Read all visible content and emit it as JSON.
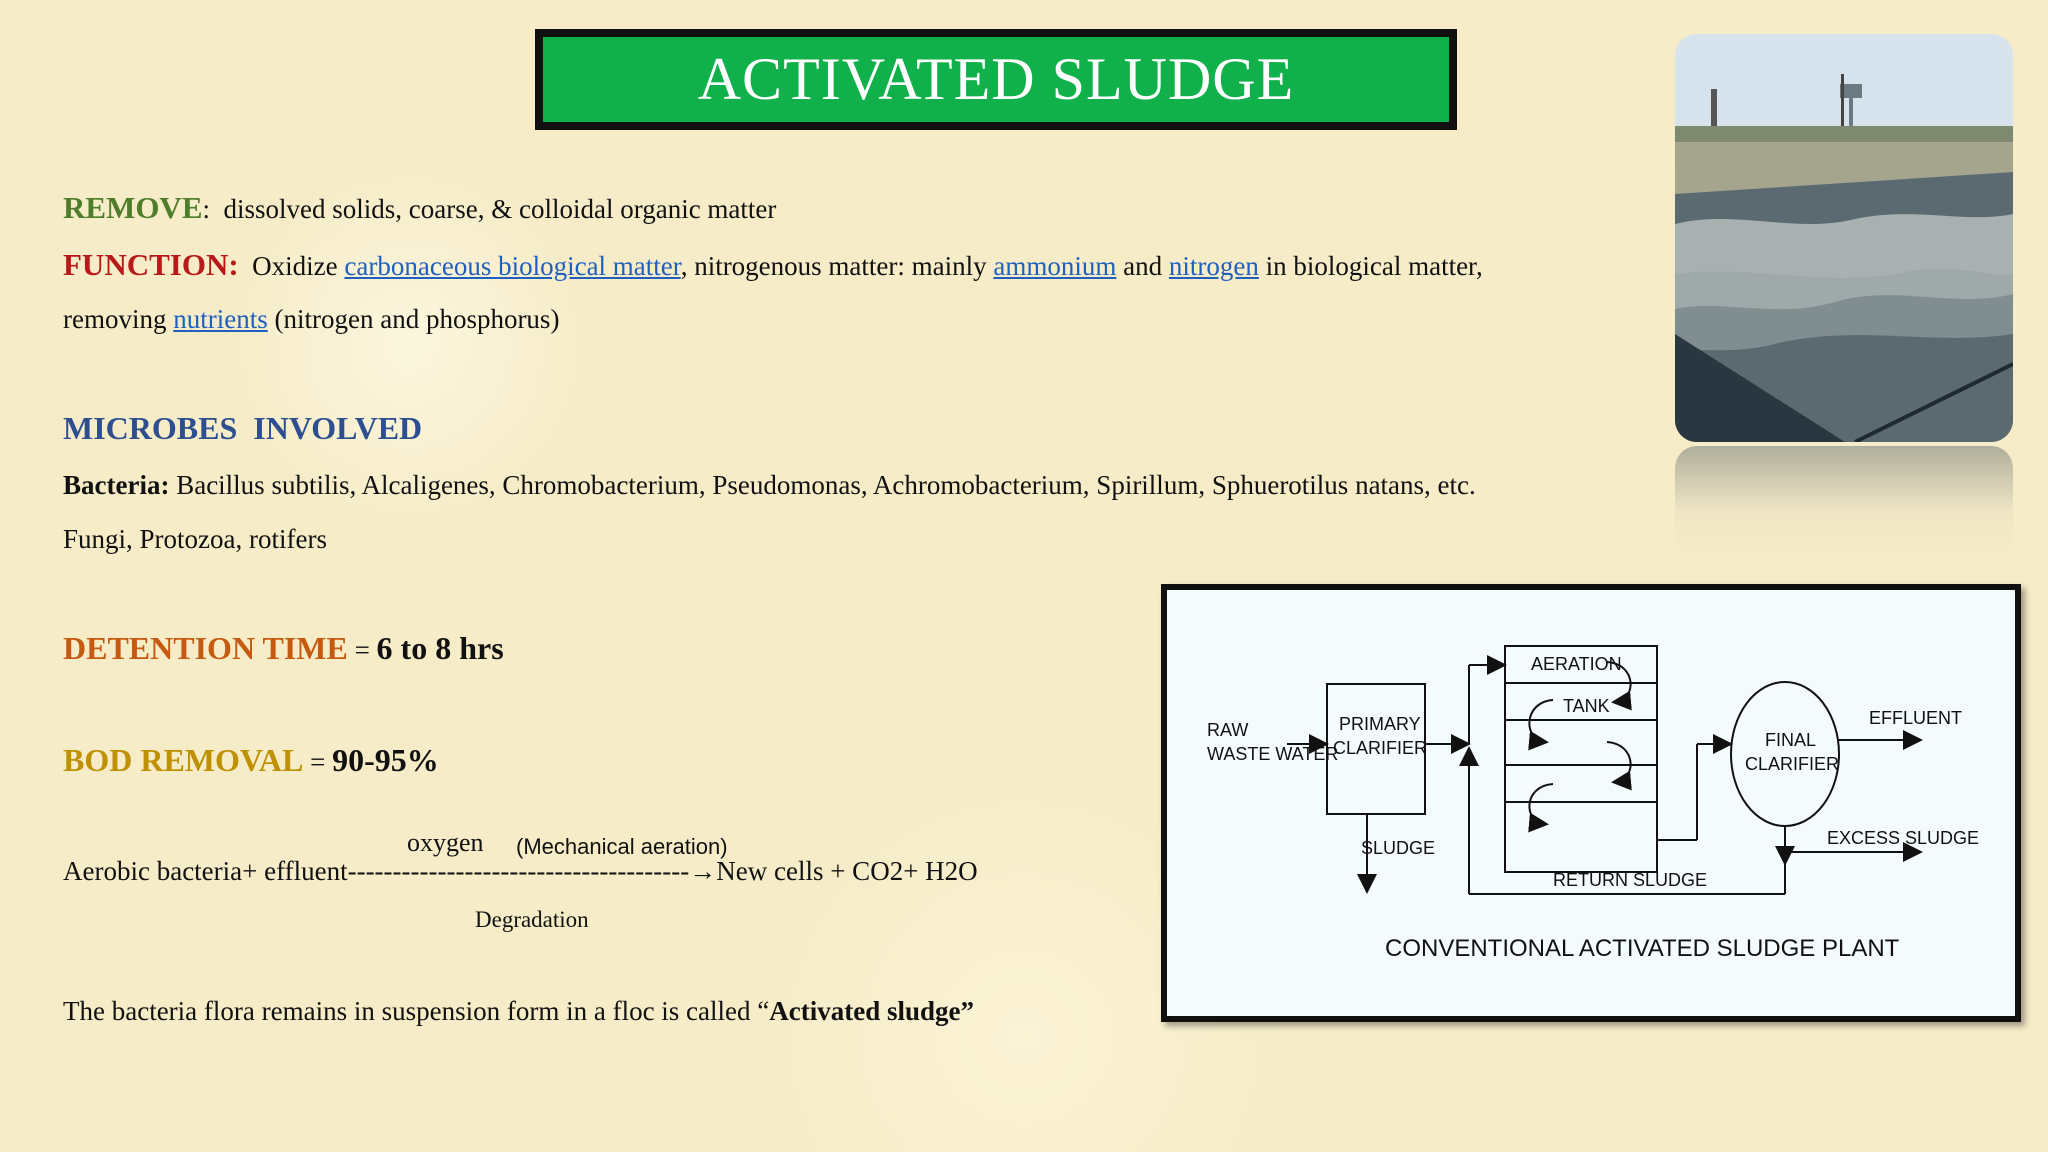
{
  "title": "ACTIVATED SLUDGE",
  "remove": {
    "label": "REMOVE",
    "colon": ":",
    "text": "dissolved solids, coarse, & colloidal organic matter"
  },
  "function": {
    "label": "FUNCTION:",
    "t1": "Oxidize",
    "link1": "carbonaceous biological matter",
    "t2": ", nitrogenous matter: mainly",
    "link2": "ammonium",
    "t3": "and",
    "link3": "nitrogen",
    "t4": "in biological matter,",
    "t5": "removing",
    "link4": "nutrients",
    "t6": "(nitrogen and phosphorus)"
  },
  "microbes": {
    "heading": "MICROBES  INVOLVED",
    "bacteria_label": "Bacteria:",
    "bacteria_text": "Bacillus subtilis, Alcaligenes, Chromobacterium, Pseudomonas, Achromobacterium, Spirillum, Sphuerotilus natans, etc.",
    "others": "Fungi, Protozoa, rotifers"
  },
  "detention": {
    "label": "DETENTION TIME",
    "eq": " = ",
    "value": "6 to 8 hrs"
  },
  "bod": {
    "label": "BOD REMOVAL",
    "eq": " = ",
    "value": "90-95%"
  },
  "reaction": {
    "above_oxygen": "oxygen",
    "above_mech": "(Mechanical aeration)",
    "equation": "Aerobic bacteria+ effluent--------------------------------------→New cells + CO2+ H2O",
    "below": "Degradation"
  },
  "conclusion": {
    "text": "The bacteria flora remains in suspension form in a floc is called “",
    "bold": "Activated sludge”"
  },
  "diagram": {
    "raw1": "RAW",
    "raw2": "WASTE WATER",
    "primary1": "PRIMARY",
    "primary2": "CLARIFIER",
    "aeration": "AERATION",
    "tank": "TANK",
    "final1": "FINAL",
    "final2": "CLARIFIER",
    "effluent": "EFFLUENT",
    "sludge": "SLUDGE",
    "excess": "EXCESS SLUDGE",
    "return": "RETURN SLUDGE",
    "caption": "CONVENTIONAL ACTIVATED SLUDGE PLANT"
  }
}
